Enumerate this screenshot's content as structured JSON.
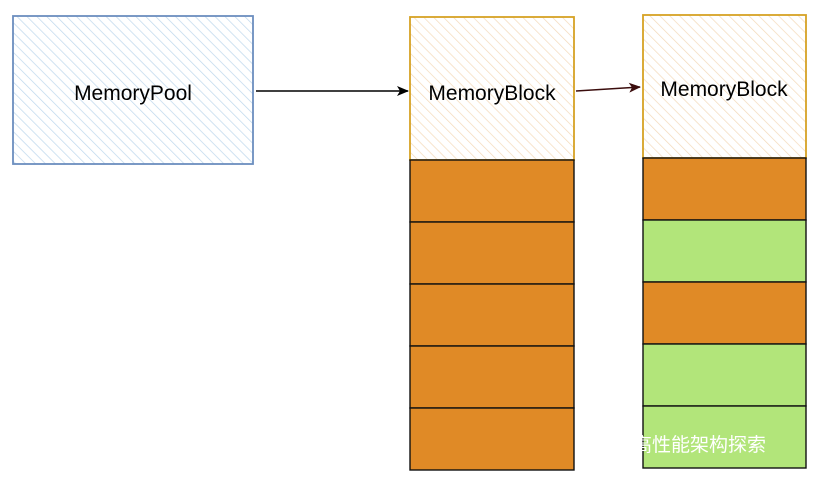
{
  "pool": {
    "label": "MemoryPool"
  },
  "blocks": [
    {
      "label": "MemoryBlock",
      "slots": [
        "used",
        "used",
        "used",
        "used",
        "used"
      ]
    },
    {
      "label": "MemoryBlock",
      "slots": [
        "used",
        "free",
        "used",
        "free",
        "free"
      ]
    }
  ],
  "colors": {
    "pool_border": "#6c8ebf",
    "pool_hatch": "#bcd6ec",
    "block_border": "#d6a224",
    "block_hatch": "#f3d9b8",
    "used_slot": "#e08a26",
    "free_slot": "#b2e57a",
    "arrow": "#000000",
    "arrow_dark": "#3b0d0d"
  },
  "watermark": {
    "text": "高性能架构探索",
    "icon": "wechat-icon"
  }
}
